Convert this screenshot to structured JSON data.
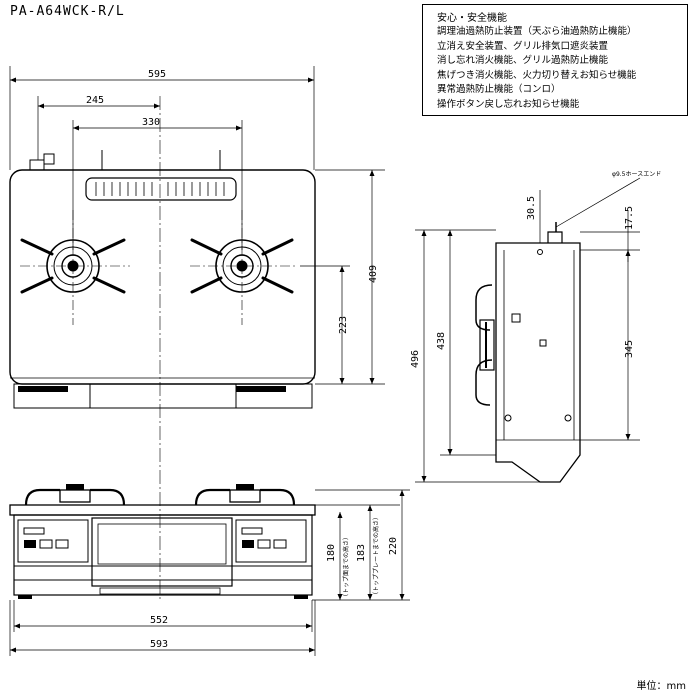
{
  "title": "PA-A64WCK-R/L",
  "safety": {
    "heading": "安心・安全機能",
    "items": [
      "調理油過熱防止装置（天ぷら油過熱防止機能）",
      "立消え安全装置、グリル排気口遮炎装置",
      "消し忘れ消火機能、グリル過熱防止機能",
      "焦げつき消火機能、火力切り替えお知らせ機能",
      "異常過熱防止機能（コンロ）",
      "操作ボタン戻し忘れお知らせ機能"
    ]
  },
  "dimensions": {
    "top_width": "595",
    "burner_offset": "245",
    "burner_spacing": "330",
    "top_depth": "409",
    "burner_depth": "223",
    "hose_label": "φ9.5ホースエンド",
    "hose_height": "30.5",
    "hose_offset": "17.5",
    "side_depth": "438",
    "side_overall": "496",
    "side_inner": "345",
    "front_height_top": "180",
    "front_height_top_note": "（トップ面までの高さ）",
    "front_height_plate": "183",
    "front_height_plate_note": "（トッププレートまでの高さ）",
    "front_height_overall": "220",
    "front_inner_width": "552",
    "front_overall_width": "593"
  },
  "unit": "単位：mm"
}
